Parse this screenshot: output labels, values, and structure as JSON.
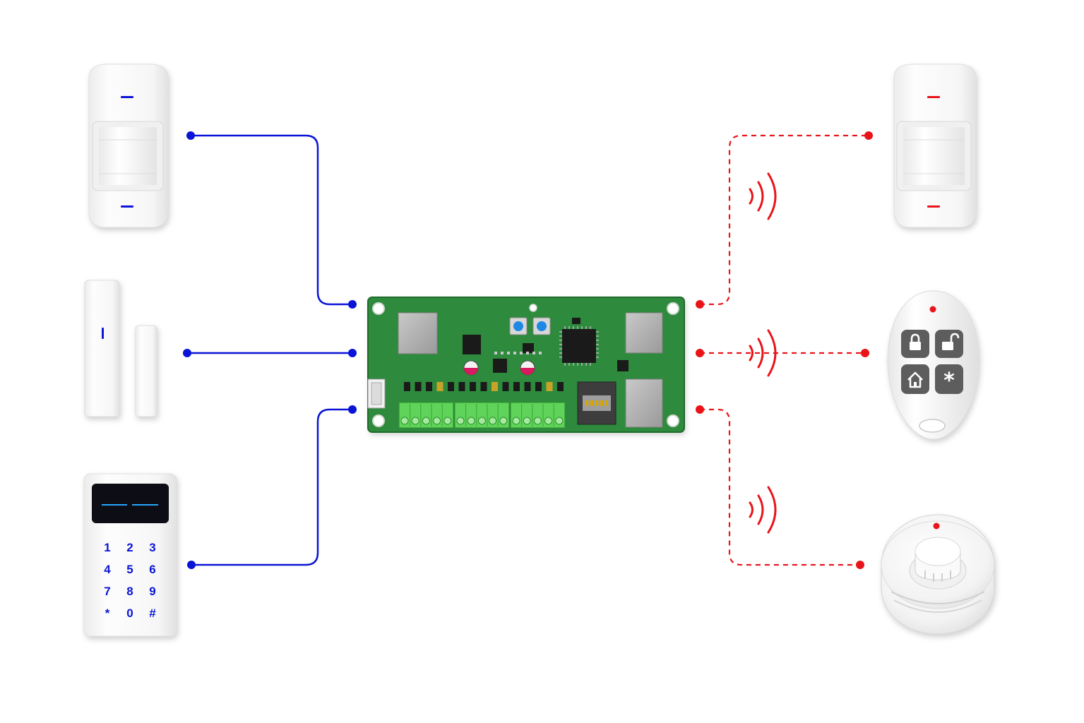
{
  "colors": {
    "background": "#ffffff",
    "wired": "#0a14d6",
    "wireless": "#e8141a",
    "pcb": "#2e8b3c",
    "pcb_edge": "#1f6b2c",
    "terminal": "#5fd35a",
    "device_body": "#f7f7f7",
    "device_shadow": "#d9d9d9"
  },
  "wired_devices": [
    {
      "id": "pir-motion-detector-wired",
      "icon": "pir-motion-sensor-icon",
      "link": "wired"
    },
    {
      "id": "door-window-contact-wired",
      "icon": "door-contact-sensor-icon",
      "link": "wired"
    },
    {
      "id": "keypad-wired",
      "icon": "keypad-icon",
      "link": "wired"
    }
  ],
  "wireless_devices": [
    {
      "id": "pir-motion-detector-wireless",
      "icon": "pir-motion-sensor-icon",
      "link": "wireless"
    },
    {
      "id": "key-fob-remote",
      "icon": "key-fob-icon",
      "link": "wireless"
    },
    {
      "id": "smoke-detector",
      "icon": "smoke-detector-icon",
      "link": "wireless"
    }
  ],
  "control_board": {
    "icon": "pcb-control-panel-icon"
  },
  "keypad": {
    "keys": [
      "1",
      "2",
      "3",
      "4",
      "5",
      "6",
      "7",
      "8",
      "9",
      "*",
      "0",
      "#"
    ]
  },
  "key_fob": {
    "buttons": [
      "lock-icon",
      "unlock-icon",
      "home-icon",
      "asterisk-icon"
    ],
    "asterisk": "*"
  }
}
